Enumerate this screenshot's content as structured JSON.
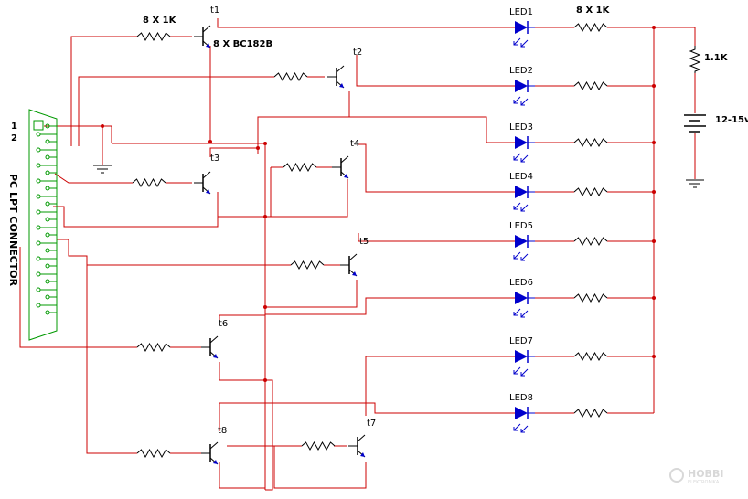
{
  "labels": {
    "resistor_group_left": "8 X 1K",
    "resistor_group_right": "8 X 1K",
    "transistor_group": "8 X BC182B",
    "series_resistor": "1.1K",
    "supply_voltage": "12-15v",
    "connector_name": "PC LPT CONNECTOR",
    "pin1": "1",
    "pin2": "2"
  },
  "transistors": [
    "t1",
    "t2",
    "t3",
    "t4",
    "t5",
    "t6",
    "t7",
    "t8"
  ],
  "leds": [
    "LED1",
    "LED2",
    "LED3",
    "LED4",
    "LED5",
    "LED6",
    "LED7",
    "LED8"
  ],
  "watermark": {
    "brand": "HOBBI",
    "sub": "ELEKTRONIKA"
  },
  "colors": {
    "wire": "#cc0000",
    "component": "#000000",
    "led": "#0000cc"
  }
}
